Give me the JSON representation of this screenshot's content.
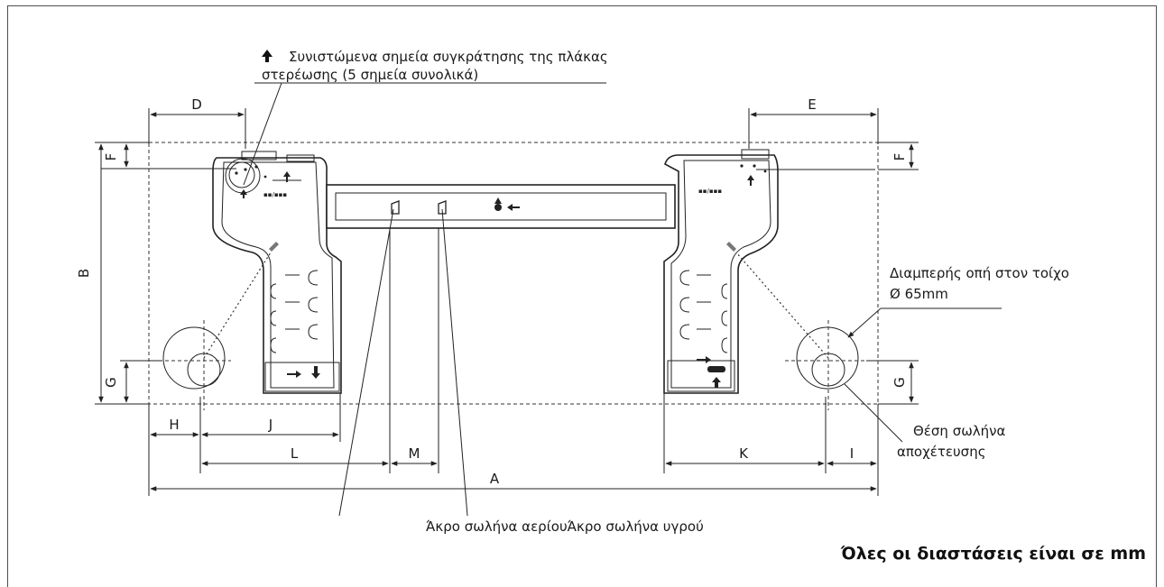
{
  "note": {
    "line1": "Συνιστώμενα σημεία συγκράτησης της πλάκας",
    "line2": "στερέωσης (5 σημεία συνολικά)"
  },
  "hole_label": {
    "line1": "Διαμπερής οπή στον τοίχο",
    "line2": "Ø 65mm"
  },
  "drain_label": {
    "line1": "Θέση σωλήνα",
    "line2": "αποχέτευσης"
  },
  "pipe_label": "Άκρο σωλήνα αερίουΆκρο σωλήνα υγρού",
  "footer": "Όλες οι διαστάσεις είναι σε mm",
  "dimensions": {
    "A": "A",
    "B": "B",
    "D": "D",
    "E": "E",
    "F_left": "F",
    "F_right": "F",
    "G_left": "G",
    "G_right": "G",
    "H": "H",
    "I": "I",
    "J": "J",
    "K": "K",
    "L": "L",
    "M": "M"
  }
}
